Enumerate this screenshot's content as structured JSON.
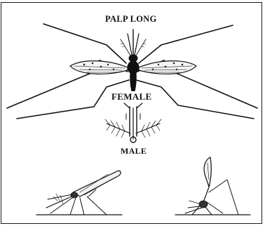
{
  "labels": {
    "palp_long": "PALP LONG",
    "female": "FEMALE",
    "male": "MALE"
  },
  "figures": [
    {
      "name": "female-mosquito-drawing"
    },
    {
      "name": "male-palp-drawing"
    },
    {
      "name": "mosquito-resting-posture-left"
    },
    {
      "name": "mosquito-resting-posture-right"
    }
  ]
}
